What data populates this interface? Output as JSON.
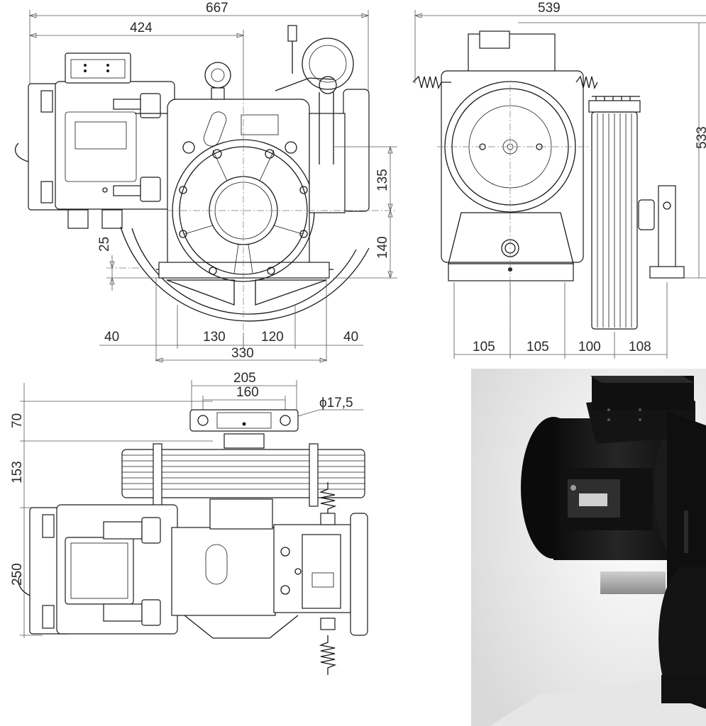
{
  "front_view": {
    "dim_total_width": "667",
    "dim_motor_width": "424",
    "dim_135": "135",
    "dim_140": "140",
    "dim_25": "25",
    "dim_40_left": "40",
    "dim_130": "130",
    "dim_120": "120",
    "dim_40_right": "40",
    "dim_330": "330"
  },
  "side_view": {
    "dim_539": "539",
    "dim_533": "533",
    "dim_105_a": "105",
    "dim_105_b": "105",
    "dim_100": "100",
    "dim_108": "108"
  },
  "top_view": {
    "dim_205": "205",
    "dim_160": "160",
    "dim_hole": "ϕ17,5",
    "dim_70": "70",
    "dim_153": "153",
    "dim_250": "250"
  },
  "colors": {
    "line": "#1a1a1a",
    "dimension": "#555555",
    "render_body": "#161616",
    "render_background": "#f2f2f2"
  }
}
